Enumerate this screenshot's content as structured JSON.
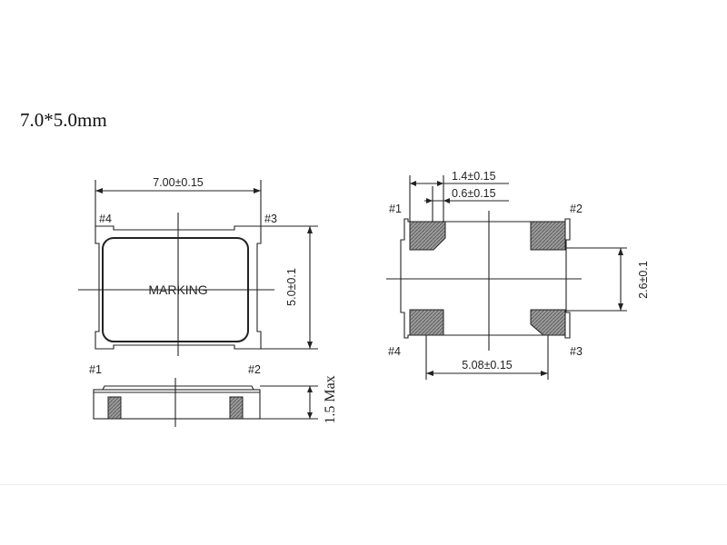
{
  "package_size": "7.0*5.0mm",
  "top_view": {
    "width_dim": "7.00±0.15",
    "height_dim": "5.0±0.1",
    "marking": "MARKING",
    "pin_tl": "#4",
    "pin_tr": "#3"
  },
  "side_view": {
    "pin_left": "#1",
    "pin_right": "#2",
    "height_dim": "1.5 Max"
  },
  "bottom_view": {
    "pad_width_dim": "1.4±0.15",
    "pad_gap_dim": "0.6±0.15",
    "pad_pitch_y_dim": "2.6±0.1",
    "pad_pitch_x_dim": "5.08±0.15",
    "pin_tl": "#1",
    "pin_tr": "#2",
    "pin_bl": "#4",
    "pin_br": "#3"
  }
}
